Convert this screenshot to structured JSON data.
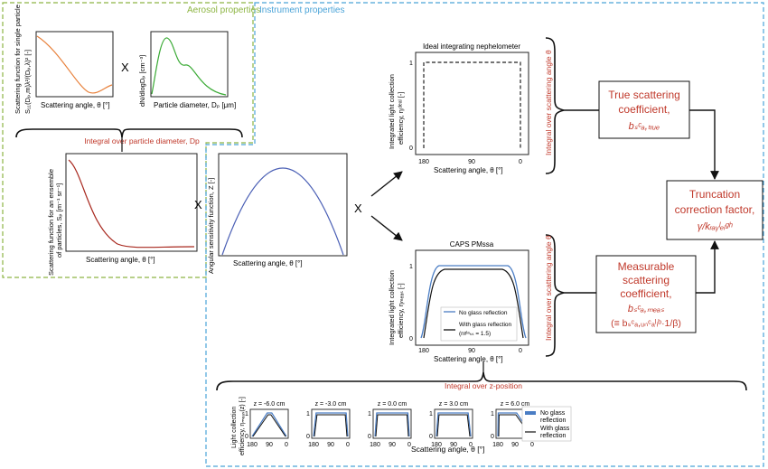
{
  "regions": {
    "aerosol": {
      "title": "Aerosol properties",
      "color": "#8db543"
    },
    "instrument": {
      "title": "Instrument properties",
      "color": "#4aa3d8"
    }
  },
  "colors": {
    "red": "#c0392b",
    "orange": "#e8803a",
    "green": "#3aaa35",
    "darkred": "#a8281e",
    "blue": "#4a5fb5",
    "ink": "#222222"
  },
  "scatter_single": {
    "ylabel1": "Scattering function for single particle",
    "ylabel2": "S₁₁(Dₚ,m)λ²/(Dₚ,λ)² [-]",
    "xlabel": "Scattering angle, θ [°]"
  },
  "size_dist": {
    "ylabel": "dN/dlogDₚ [cm⁻³]",
    "xlabel": "Particle diameter, Dₚ [μm]"
  },
  "multiply_symbol": "X",
  "integral_dp": "Integral over particle diameter, Dp",
  "scatter_ensemble": {
    "ylabel1": "Scattering function for an ensemble",
    "ylabel2": "of particles, Sₚ [m⁻¹ sr⁻¹]",
    "xlabel": "Scattering angle, θ [°]"
  },
  "angular": {
    "ylabel": "Angular sensitivity function, Z [-]",
    "xlabel": "Scattering angle, θ [°]"
  },
  "nephelometer": {
    "title": "Ideal integrating nephelometer",
    "ylabel1": "Integrated light collection",
    "ylabel2": "efficiency, ηᵢᵈᵉᵃˡ [-]",
    "xlabel": "Scattering angle, θ [°]",
    "xticks": [
      "180",
      "90",
      "0"
    ],
    "yticks": [
      "1",
      "0"
    ]
  },
  "caps": {
    "title": "CAPS PMssa",
    "ylabel1": "Integrated light collection",
    "ylabel2": "efficiency, ηₘₑₐₛ [-]",
    "xlabel": "Scattering angle, θ [°]",
    "xticks": [
      "180",
      "90",
      "0"
    ],
    "yticks": [
      "1",
      "0"
    ],
    "legend": [
      "No glass reflection",
      "With glass reflection",
      "(nᵍˡᵃₛₛ = 1.5)"
    ]
  },
  "integral_angle": "Integral over scattering angle θ",
  "true_coef": {
    "l1": "True scattering",
    "l2": "coefficient,",
    "l3": "bₛᶜₐ,ₜᵣᵤₑ"
  },
  "truncation": {
    "l1": "Truncation",
    "l2": "correction factor,",
    "l3": "γ/kᵣₐᵧˡₑᵢᵍʰ"
  },
  "measurable_coef": {
    "l1": "Measurable",
    "l2": "scattering",
    "l3": "coefficient,",
    "l4": "bₛᶜₐ,ₘₑₐₛ",
    "l5": "(≡ bₛᶜₐ,ᵤₙᶜₐˡᵢᵇ·1/β)"
  },
  "integral_z": "Integral over z-position",
  "z_panels": {
    "labels": [
      "z = -6.0 cm",
      "z = -3.0 cm",
      "z = 0.0 cm",
      "z = 3.0 cm",
      "z = 6.0 cm"
    ],
    "xticks": [
      "180",
      "90",
      "0"
    ],
    "yticks": [
      "1",
      "0"
    ],
    "ylabel1": "Light collection",
    "ylabel2": "efficiency, ηₘₑₐₛ(z) [-]",
    "xlabel": "Scattering angle, θ [°]",
    "legend": [
      "No glass",
      "reflection",
      "With glass",
      "reflection"
    ]
  }
}
